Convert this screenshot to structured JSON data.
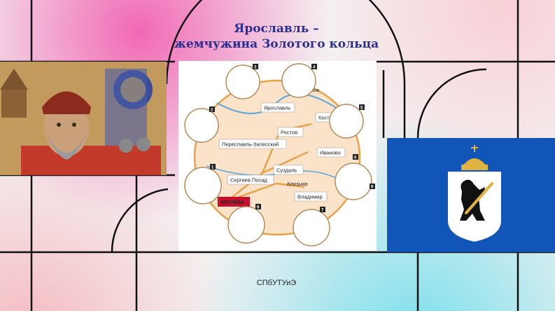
{
  "slide": {
    "title_line1": "Ярославль –",
    "title_line2": "жемчужина Золотого кольца",
    "footer": "СПбУТУиЭ"
  },
  "map": {
    "cities": [
      "Ярославль",
      "Кострома",
      "Ростов",
      "Переславль-Залесский",
      "Иваново",
      "Суздаль",
      "Сергиев Посад",
      "Владимир",
      "МОСКВА"
    ],
    "rivers": [
      "Волга",
      "Клязьма"
    ],
    "badges": [
      "1",
      "2",
      "3",
      "4",
      "5",
      "6",
      "7",
      "8",
      "9"
    ]
  },
  "colors": {
    "title": "#2b2f8e",
    "crest_background": "#1155b8",
    "moscow_label": "#c8102e",
    "route": "#e8a24a"
  }
}
